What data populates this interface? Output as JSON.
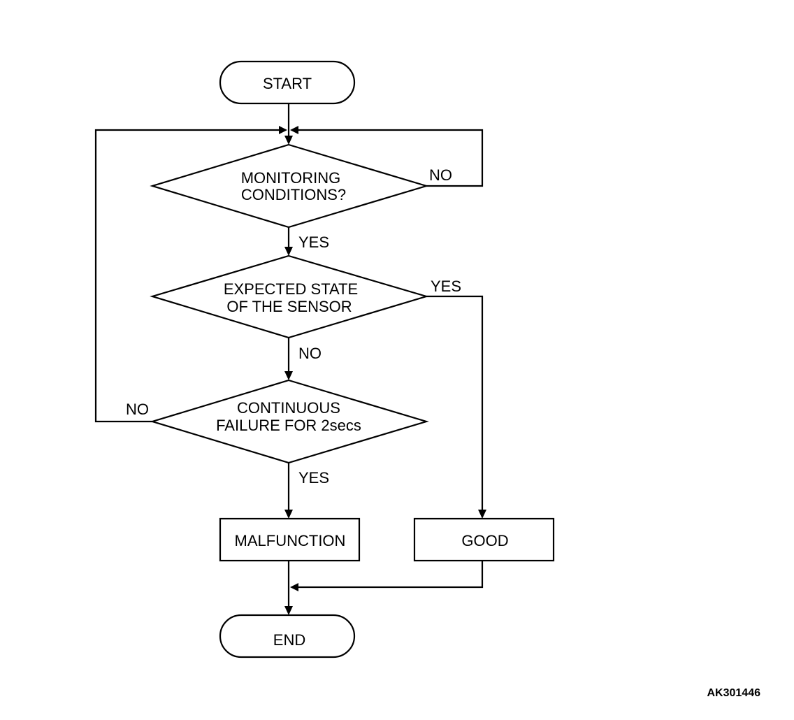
{
  "nodes": {
    "start": "START",
    "monitoring_line1": "MONITORING",
    "monitoring_line2": "CONDITIONS?",
    "expected_line1": "EXPECTED STATE",
    "expected_line2": "OF THE SENSOR",
    "continuous_line1": "CONTINUOUS",
    "continuous_line2": "FAILURE FOR 2secs",
    "malfunction": "MALFUNCTION",
    "good": "GOOD",
    "end": "END"
  },
  "edge_labels": {
    "monitoring_no": "NO",
    "monitoring_yes": "YES",
    "expected_yes": "YES",
    "expected_no": "NO",
    "continuous_no": "NO",
    "continuous_yes": "YES"
  },
  "reference_code": "AK301446"
}
